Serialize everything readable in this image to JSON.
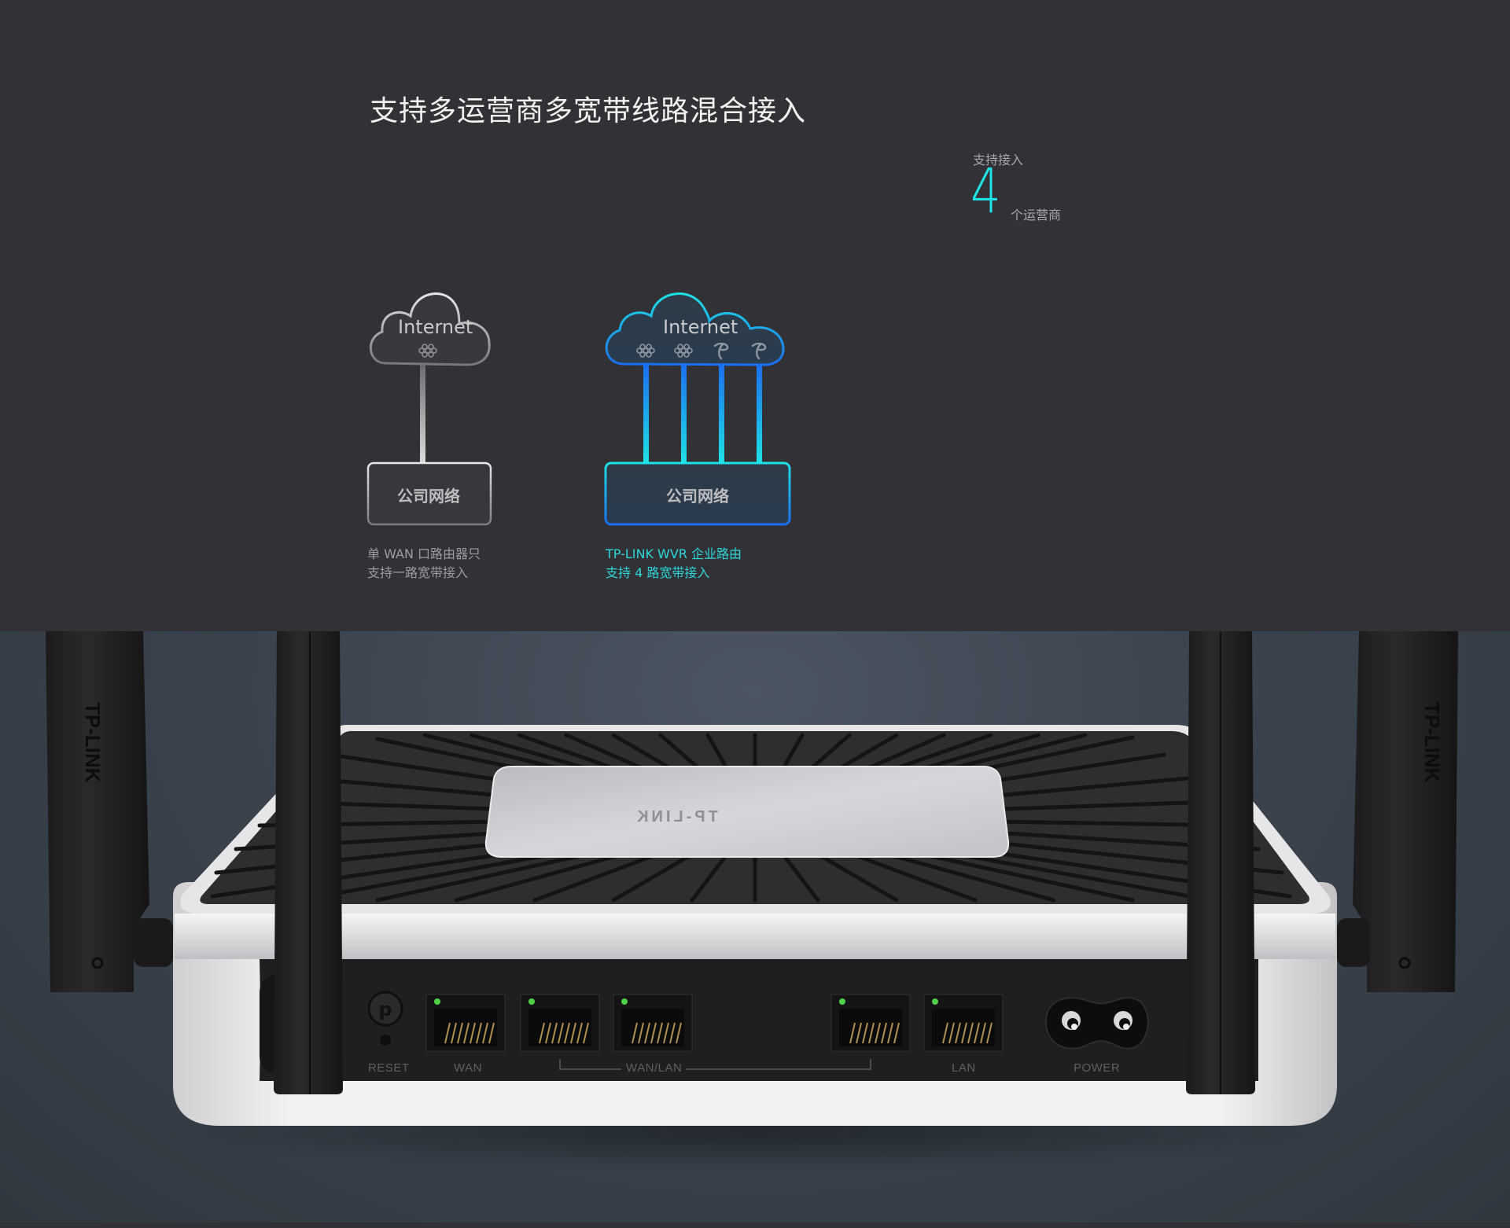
{
  "section": {
    "title": "支持多运营商多宽带线路混合接入",
    "stat": {
      "label": "支持接入",
      "value": "4",
      "unit": "个运营商",
      "accent_color": "#1fe1e6"
    }
  },
  "diagram_left": {
    "cloud_label": "Internet",
    "isp_icons": [
      "china-unicom-icon"
    ],
    "box_label": "公司网络",
    "caption_line1": "单 WAN 口路由器只",
    "caption_line2": "支持一路宽带接入",
    "color": "#bfbfc2"
  },
  "diagram_right": {
    "cloud_label": "Internet",
    "isp_icons": [
      "china-unicom-icon",
      "china-unicom-icon",
      "china-telecom-icon",
      "china-telecom-icon"
    ],
    "box_label": "公司网络",
    "caption_line1": "TP-LINK WVR 企业路由",
    "caption_line2": "支持 4 路宽带接入",
    "gradient_top": "#1fe1e6",
    "gradient_bottom": "#1a6ff0"
  },
  "router": {
    "brand_plate": "TP-LINK",
    "antenna_brand": "TP-LINK",
    "ports": {
      "reset": "RESET",
      "wan": "WAN",
      "wan_lan": "WAN/LAN",
      "lan": "LAN",
      "power": "POWER"
    }
  }
}
